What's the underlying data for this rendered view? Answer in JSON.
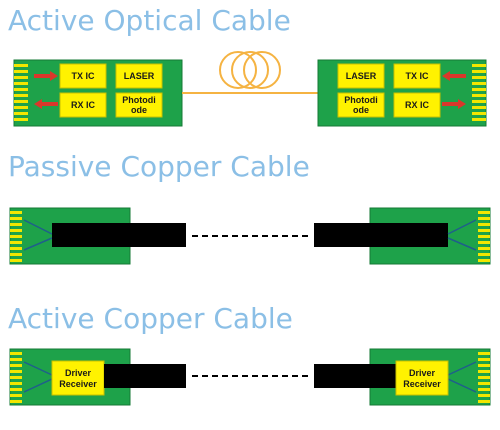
{
  "sections": [
    {
      "title": "Active Optical Cable",
      "left_chips": [
        "TX IC",
        "LASER",
        "RX IC",
        "Photodi",
        "ode"
      ],
      "right_chips": [
        "LASER",
        "TX IC",
        "Photodi",
        "ode",
        "RX IC"
      ]
    },
    {
      "title": "Passive Copper Cable"
    },
    {
      "title": "Active Copper Cable",
      "left_chip": [
        "Driver",
        "Receiver"
      ],
      "right_chip": [
        "Driver",
        "Receiver"
      ]
    }
  ],
  "colors": {
    "title": "#8bbfe6",
    "pcb": "#1ea24a",
    "chip": "#fff200",
    "pads": "#f2e600",
    "arrow": "#d9372b",
    "fiber": "#f5b342",
    "cable": "#000000"
  }
}
